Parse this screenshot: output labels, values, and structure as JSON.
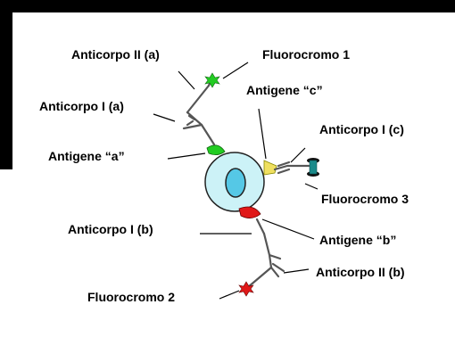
{
  "diagram": {
    "labels": {
      "anticorpo_ii_a": "Anticorpo II (a)",
      "fluorocromo_1": "Fluorocromo 1",
      "antigene_c": "Antigene “c”",
      "anticorpo_i_a": "Anticorpo I (a)",
      "anticorpo_i_c": "Anticorpo I (c)",
      "antigene_a": "Antigene “a”",
      "fluorocromo_3": "Fluorocromo 3",
      "anticorpo_i_b": "Anticorpo I (b)",
      "antigene_b": "Antigene “b”",
      "anticorpo_ii_b": "Anticorpo II (b)",
      "fluorocromo_2": "Fluorocromo 2"
    },
    "colors": {
      "cell_fill": "#ccf2f7",
      "nucleus_fill": "#55c8e6",
      "antigen_a": "#22cc22",
      "antigen_b": "#e01818",
      "antigen_c": "#f0e060",
      "fluorochrome_1": "#22cc22",
      "fluorochrome_2": "#e01818",
      "fluorochrome_3": "#1a8a8a",
      "antibody": "#555555"
    }
  }
}
